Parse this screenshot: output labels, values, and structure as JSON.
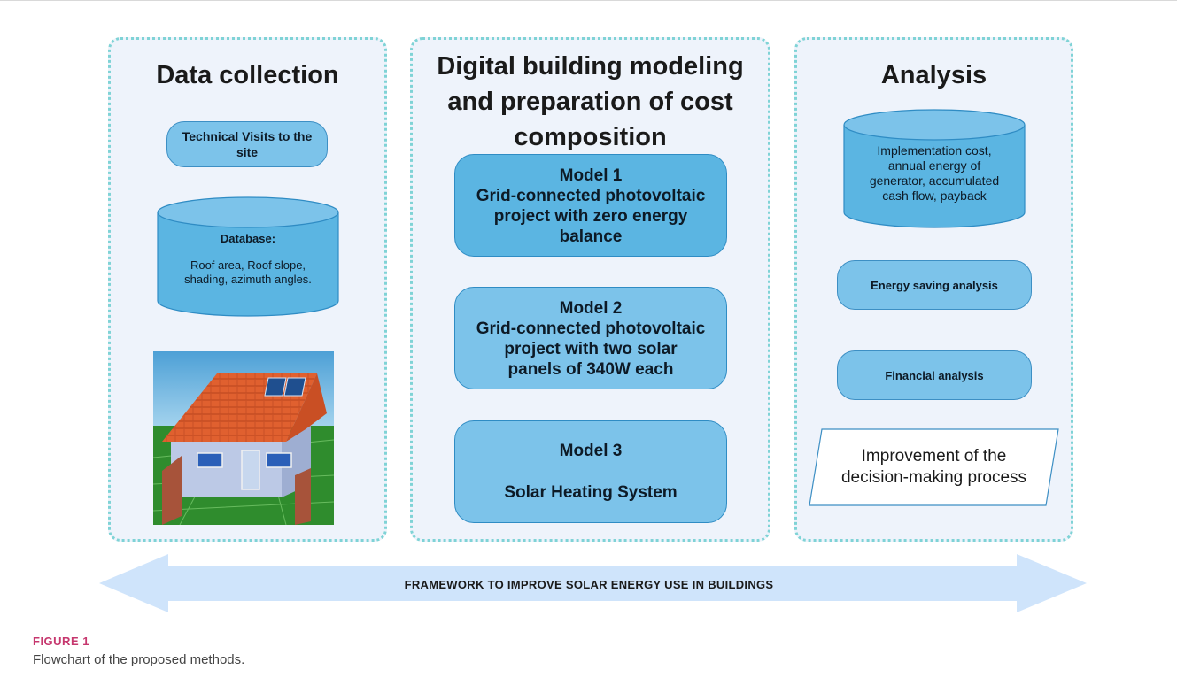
{
  "panels": {
    "left": {
      "title": "Data collection",
      "visit_box": [
        "Technical Visits to the",
        "site"
      ],
      "database": {
        "heading": "Database:",
        "body": [
          "Roof area, Roof slope,",
          "shading, azimuth angles."
        ]
      }
    },
    "middle": {
      "title": [
        "Digital building modeling",
        "and preparation of cost",
        "composition"
      ],
      "models": [
        {
          "lines": [
            "Model 1",
            "Grid-connected photovoltaic",
            "project with zero energy",
            "balance"
          ]
        },
        {
          "lines": [
            "Model 2",
            "Grid-connected photovoltaic",
            "project with two solar",
            "panels of 340W each"
          ]
        },
        {
          "lines": [
            "Model 3",
            "",
            "Solar Heating System"
          ]
        }
      ]
    },
    "right": {
      "title": "Analysis",
      "database": [
        "Implementation cost,",
        "annual energy of",
        "generator, accumulated",
        "cash flow, payback"
      ],
      "energy_box": "Energy saving analysis",
      "financial_box": "Financial analysis",
      "decision": [
        "Improvement of the",
        "decision-making process"
      ]
    }
  },
  "banner": {
    "text": "FRAMEWORK TO IMPROVE SOLAR ENERGY USE IN BUILDINGS"
  },
  "figure": {
    "label": "FIGURE 1",
    "caption": "Flowchart of the proposed methods."
  },
  "colors": {
    "panel_border": "#7fd3d6",
    "panel_fill": "#eef3fb",
    "box_light": "#7cc3ea",
    "box_dark": "#5bb5e2",
    "banner_arrow": "#cfe4fb",
    "figure_label": "#c6376e"
  }
}
